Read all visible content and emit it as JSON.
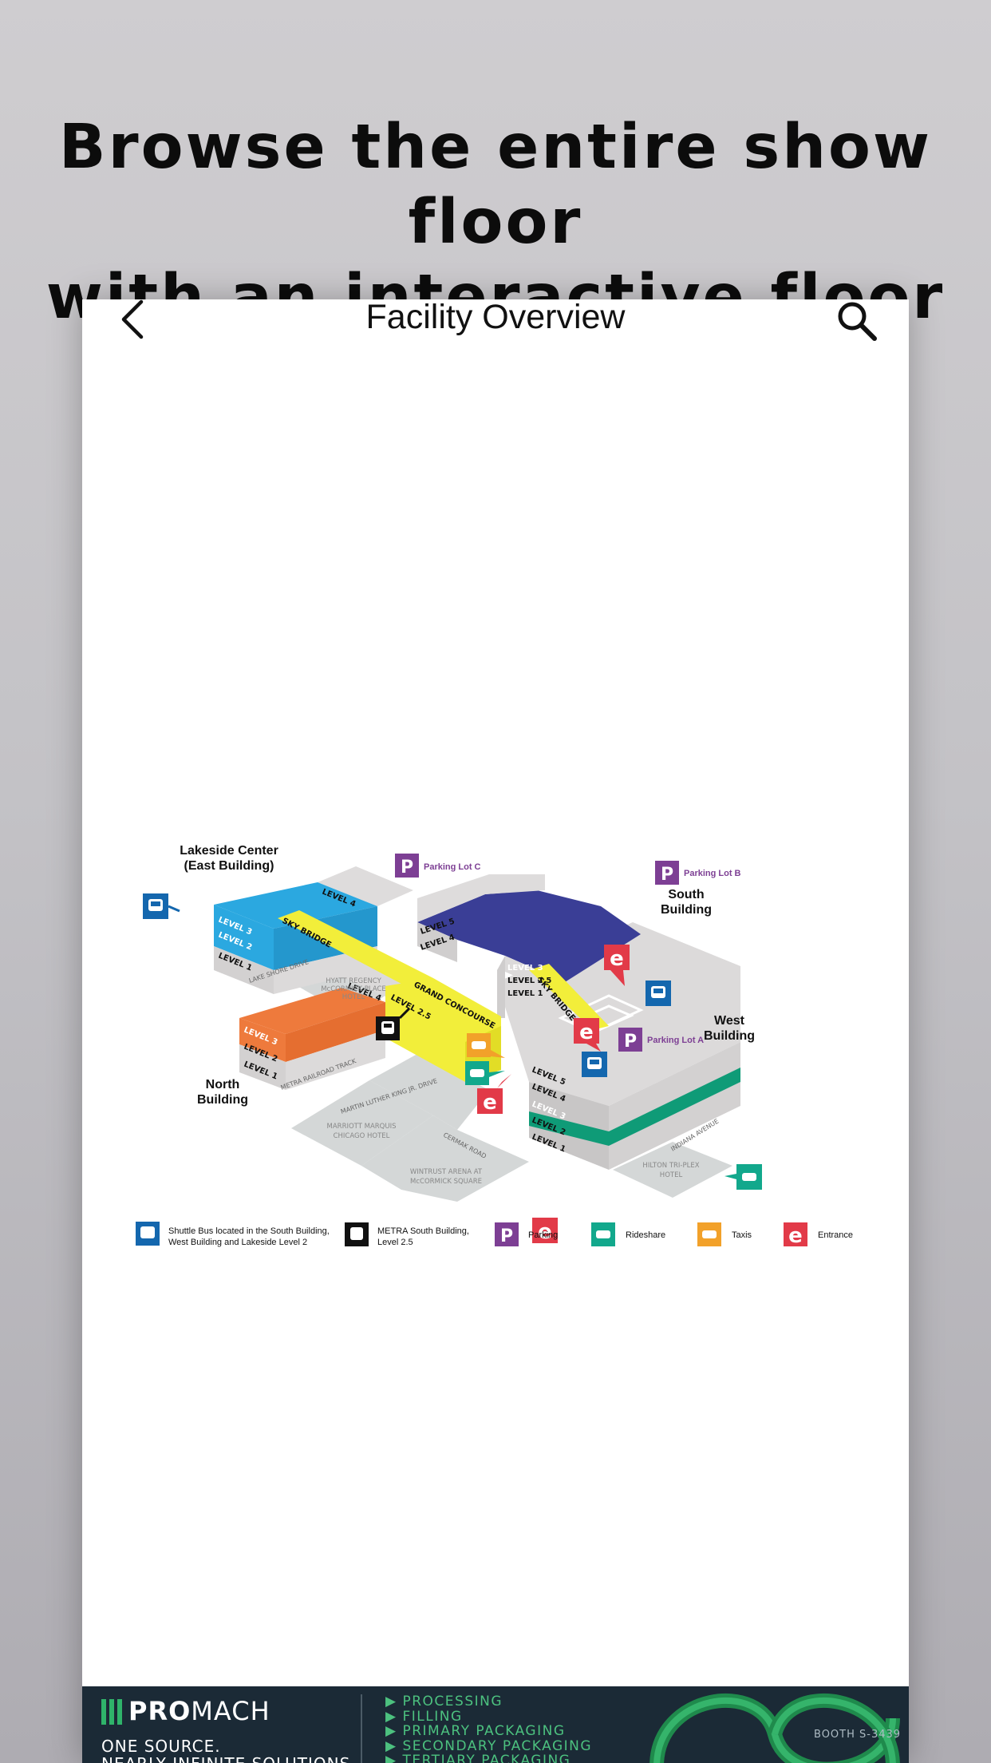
{
  "headline": {
    "line1": "Browse the entire show floor",
    "line2": "with an interactive floor plan."
  },
  "nav": {
    "title": "Facility Overview",
    "back_icon": "chevron-left-icon",
    "search_icon": "search-icon"
  },
  "map": {
    "buildings": {
      "lakeside_line1": "Lakeside Center",
      "lakeside_line2": "(East Building)",
      "north_line1": "North",
      "north_line2": "Building",
      "south_line1": "South",
      "south_line2": "Building",
      "west_line1": "West",
      "west_line2": "Building"
    },
    "levels": {
      "l1": "LEVEL 1",
      "l2": "LEVEL 2",
      "l25": "LEVEL 2.5",
      "l3": "LEVEL 3",
      "l4": "LEVEL 4",
      "l5": "LEVEL 5"
    },
    "connectors": {
      "sky_bridge": "SKY BRIDGE",
      "grand_concourse": "GRAND CONCOURSE"
    },
    "parking": {
      "lot_a": "Parking Lot A",
      "lot_b": "Parking Lot B",
      "lot_c": "Parking Lot C"
    },
    "streets": {
      "lake_shore": "LAKE SHORE DRIVE",
      "metra_track": "METRA RAILROAD TRACK",
      "mlk": "MARTIN LUTHER KING JR. DRIVE",
      "cermak": "CERMAK ROAD",
      "indiana": "INDIANA AVENUE"
    },
    "hotels": {
      "hyatt_l1": "HYATT REGENCY",
      "hyatt_l2": "McCORMICK PLACE",
      "hyatt_l3": "HOTEL",
      "marriott_l1": "MARRIOTT MARQUIS",
      "marriott_l2": "CHICAGO HOTEL",
      "wintrust_l1": "WINTRUST ARENA AT",
      "wintrust_l2": "McCORMICK SQUARE",
      "hilton_l1": "HILTON TRI-PLEX",
      "hilton_l2": "HOTEL"
    },
    "legend": {
      "shuttle_l1": "Shuttle Bus located in the South Building,",
      "shuttle_l2": "West Building and Lakeside Level 2",
      "metra_l1": "METRA South Building,",
      "metra_l2": "Level 2.5",
      "parking": "Parking",
      "rideshare": "Rideshare",
      "taxis": "Taxis",
      "entrance": "Entrance"
    },
    "colors": {
      "lakeside": "#2ba8e0",
      "north": "#ee7a3c",
      "south": "#3a3e96",
      "west_stripe": "#0f9b77",
      "bridge": "#f2ee3a",
      "parking": "#7d3f94",
      "shuttle": "#1467ae",
      "rideshare": "#12a88c",
      "taxi": "#f2a12a",
      "entrance": "#e23a48"
    }
  },
  "ad": {
    "brand_pro": "PRO",
    "brand_mach": "MACH",
    "tagline_l1": "ONE SOURCE.",
    "tagline_l2": "NEARLY INFINITE SOLUTIONS",
    "items": [
      "PROCESSING",
      "FILLING",
      "PRIMARY PACKAGING",
      "SECONDARY PACKAGING",
      "TERTIARY PACKAGING"
    ],
    "booth": "BOOTH S-3439"
  }
}
